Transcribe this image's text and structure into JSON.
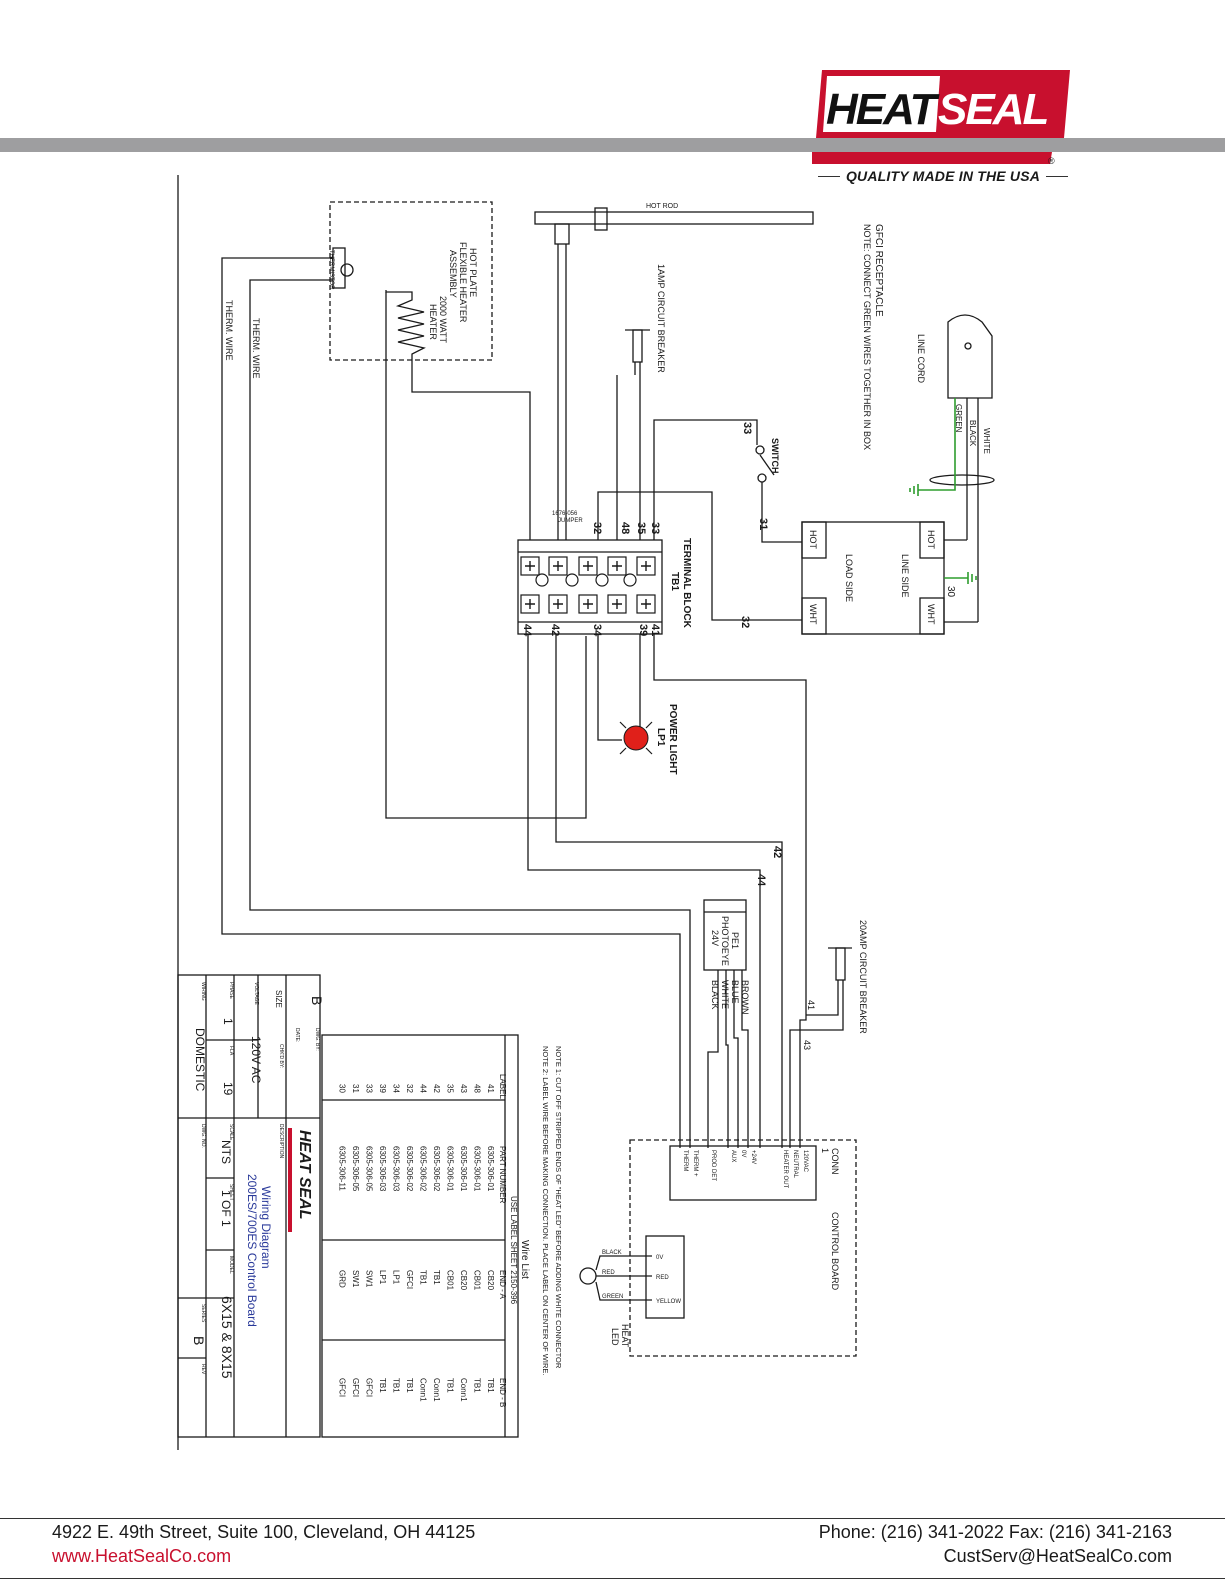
{
  "brand": {
    "logo_text_heat": "HEAT",
    "logo_text_seal": "SEAL",
    "registered": "®",
    "tagline": "QUALITY MADE IN THE USA"
  },
  "footer": {
    "address": "4922 E. 49th Street, Suite 100, Cleveland, OH 44125",
    "website": "www.HeatSealCo.com",
    "phone": "Phone: (216) 341-2022  Fax: (216) 341-2163",
    "email": "CustServ@HeatSealCo.com"
  },
  "colors": {
    "brand_red": "#c8102e",
    "bar_gray": "#9e9ea0",
    "ground_green": "#2e9d2e",
    "light_red": "#e0201a",
    "title_blue": "#2a3a9a"
  },
  "labels": {
    "hot_rod": "HOT  ROD",
    "hot_plate": [
      "HOT  PLATE",
      "FLEXIBLE  HEATER",
      "ASSEMBLY",
      "2000  WATT",
      "HEATER"
    ],
    "thermistor": "THERMISTOR",
    "therm_wire": "THERM.  WIRE",
    "breaker_1amp": "1AMP  CIRCUIT  BREAKER",
    "gfci": [
      "GFCI  RECEPTACLE",
      "NOTE:  CONNECT  GREEN  WIRES  TOGETHER  IN  BOX"
    ],
    "line_cord": "LINE  CORD",
    "cord_wires": [
      "WHITE",
      "BLACK",
      "GREEN"
    ],
    "switch": "SWITCH",
    "jumper": [
      "1676-056",
      "JUMPER"
    ],
    "terminal_block": [
      "TERMINAL  BLOCK",
      "TB1"
    ],
    "tb_top": [
      "32",
      "48",
      "35",
      "33"
    ],
    "tb_bottom": [
      "44",
      "42",
      "34",
      "39",
      "41"
    ],
    "gfci_box": {
      "hot": "HOT",
      "wht": "WHT",
      "load_side": "LOAD  SIDE",
      "line_side": "LINE  SIDE"
    },
    "power_light": [
      "POWER  LIGHT",
      "LP1"
    ],
    "photoeye": [
      "PE1",
      "PHOTOEYE",
      "24V"
    ],
    "pe_wires": [
      "BROWN",
      "BLUE",
      "WHITE",
      "BLACK"
    ],
    "breaker_20amp": "20AMP  CIRCUIT  BREAKER",
    "control_board": [
      "CONN",
      "1",
      "CONTROL  BOARD"
    ],
    "conn_pins": [
      "120VAC",
      "NEUTRAL",
      "HEATER OUT",
      "+24V",
      "0V",
      "AUX",
      "PROD DET",
      "THERM +",
      "THERM"
    ],
    "heat_led": [
      "HEAT",
      "LED"
    ],
    "led_wires": [
      "BLACK",
      "RED",
      "GREEN"
    ],
    "led_pins": [
      "0V",
      "RED",
      "YELLOW"
    ],
    "wire_nums": {
      "w31": "31",
      "w32": "32",
      "w33": "33",
      "w30": "30",
      "w42": "42",
      "w44": "44",
      "w41": "41",
      "w43": "43"
    }
  },
  "notes": [
    "NOTE 1: CUT OFF STRIPPED ENDS OF \"HEAT LED\" BEFORE ADDING WHITE CONNECTOR",
    "NOTE 2: LABEL WIRE BEFORE MAKING CONNECTION. PLACE LABEL ON CENTER OF WIRE."
  ],
  "wire_list": {
    "title": "Wire List",
    "subtitle": "USE LABEL SHEET 2150-396",
    "headers": [
      "LABEL",
      "PART NUMBER",
      "END - A",
      "END - B"
    ],
    "rows": [
      [
        "41",
        "6305-306-01",
        "CB20",
        "TB1"
      ],
      [
        "48",
        "6305-306-01",
        "CB01",
        "TB1"
      ],
      [
        "43",
        "6305-306-01",
        "CB20",
        "Conn1"
      ],
      [
        "35",
        "6305-306-01",
        "CB01",
        "TB1"
      ],
      [
        "42",
        "6305-306-02",
        "TB1",
        "Conn1"
      ],
      [
        "44",
        "6305-306-02",
        "TB1",
        "Conn1"
      ],
      [
        "32",
        "6305-306-02",
        "GFCI",
        "TB1"
      ],
      [
        "34",
        "6305-306-03",
        "LP1",
        "TB1"
      ],
      [
        "39",
        "6305-306-03",
        "LP1",
        "TB1"
      ],
      [
        "33",
        "6305-306-05",
        "SW1",
        "GFCI"
      ],
      [
        "31",
        "6305-306-05",
        "SW1",
        "GFCI"
      ],
      [
        "30",
        "6305-306-11",
        "GRD",
        "GFCI"
      ]
    ]
  },
  "title_block": {
    "size_label": "SIZE",
    "size": "B",
    "voltage_label": "VOLTAGE",
    "voltage": "120V AC",
    "phase_label": "PHASE",
    "phase": "1",
    "fla_label": "FLA",
    "fla": "19",
    "wiring_label": "WIRING",
    "wiring": "DOMESTIC",
    "dwg_by_label": "DWG. BY:",
    "date_label": "DATE:",
    "chkd_label": "CHK'D BY:",
    "description_label": "DESCRIPTION",
    "logo": "HEAT SEAL",
    "desc_line1": "Wiring Diagram",
    "desc_line2": "200ES/700ES Control Board",
    "scale_label": "SCALE",
    "scale": "NTS",
    "sheet_label": "SHEET",
    "sheet": "1  OF  1",
    "model_label": "MODEL",
    "model": "6X15  &  8X15",
    "dwg_no_label": "DWG. NO.",
    "series_label": "SERIES",
    "series": "B",
    "rev_label": "REV"
  }
}
